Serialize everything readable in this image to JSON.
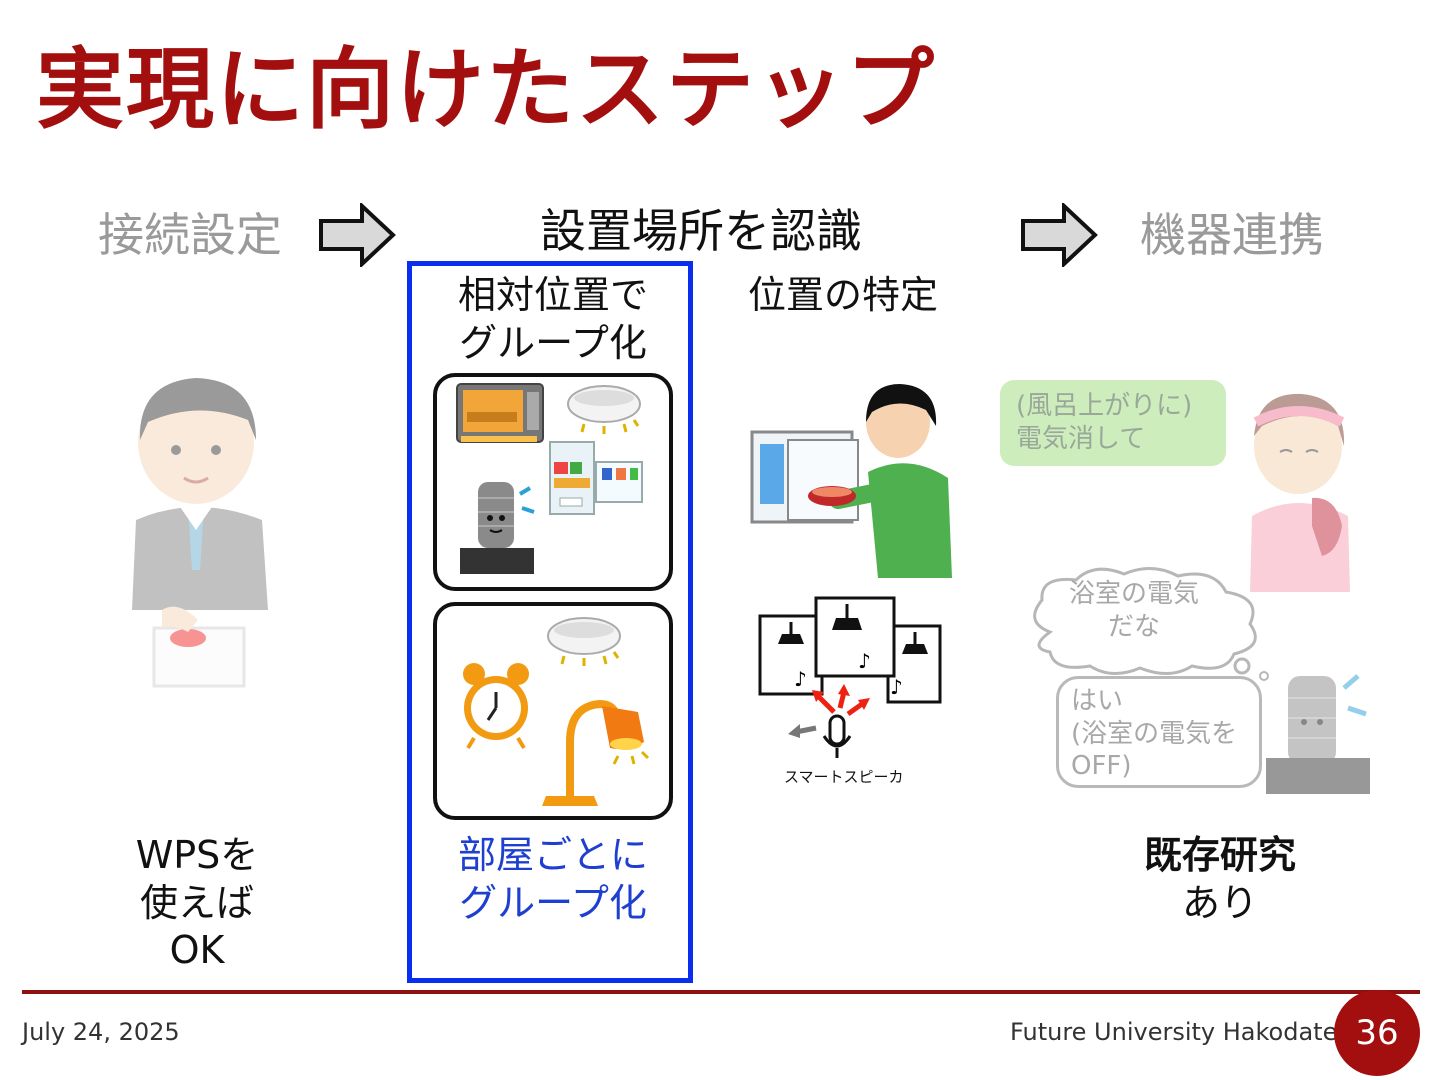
{
  "slide": {
    "title": "実現に向けたステップ",
    "steps": {
      "connect": "接続設定",
      "recognize": "設置場所を認識",
      "cooperate": "機器連携"
    },
    "sub_headings": {
      "relative_group": "相対位置で\nグループ化",
      "position_identify": "位置の特定"
    },
    "bottom_labels": {
      "wps": "WPSを\n使えば\nOK",
      "room_group": "部屋ごとに\nグループ化",
      "prior_research_bold": "既存研究",
      "prior_research_rest": "あり"
    },
    "speech": {
      "user": "(風呂上がりに)\n電気消して",
      "thought": "浴室の電気\nだな",
      "reply": "はい\n(浴室の電気を\nOFF)"
    },
    "smart_speaker_caption": "スマートスピーカ",
    "footer": {
      "date": "July 24, 2025",
      "org": "Future University Hakodate",
      "page": "36"
    }
  },
  "colors": {
    "title_red": "#a30f0f",
    "frame_blue": "#0a2ef0",
    "blue_text": "#1f3fd0",
    "muted_gray": "#9a9a9a"
  },
  "icons": [
    "arrow-right-icon",
    "businessman-button-icon",
    "microwave-icon",
    "ceiling-light-icon",
    "fridge-icon",
    "smart-speaker-icon",
    "alarm-clock-icon",
    "desk-lamp-icon",
    "boy-microwave-icon",
    "lamp-rooms-icon",
    "microphone-icon",
    "woman-after-bath-icon"
  ]
}
